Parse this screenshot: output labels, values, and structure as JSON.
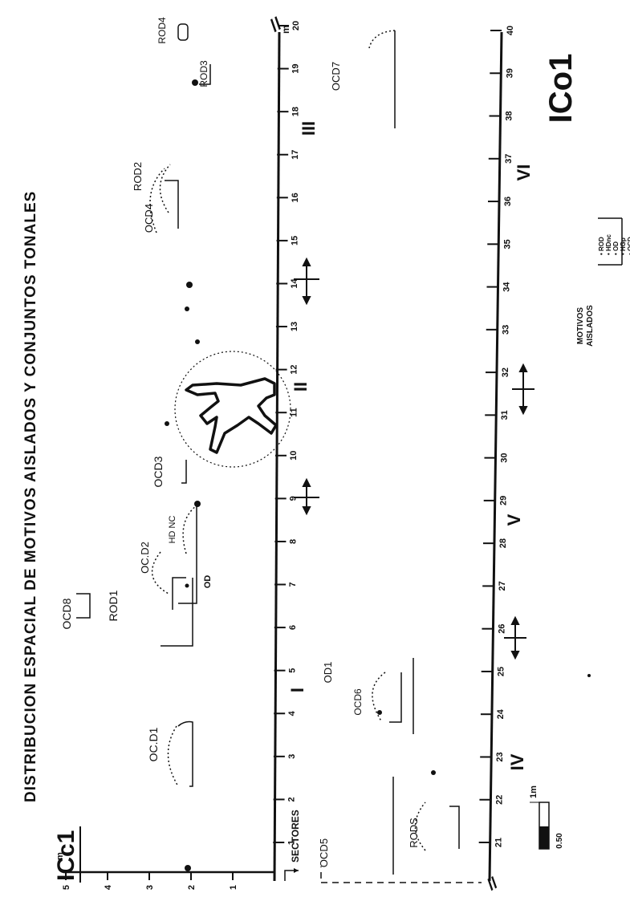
{
  "header": {
    "code": "ICc1",
    "title": "DISTRIBUCION ESPACIAL DE MOTIVOS AISLADOS Y CONJUNTOS TONALES",
    "big_code": "ICo1"
  },
  "upper_axis": {
    "labels": [
      "1",
      "2",
      "3",
      "4",
      "5",
      "6",
      "7",
      "8",
      "9",
      "10",
      "11",
      "12",
      "13",
      "14",
      "15",
      "16",
      "17",
      "18",
      "19",
      "20"
    ],
    "unit": "m",
    "end_mark": "//",
    "sectors_label": "SECTORES",
    "height_labels": [
      "5",
      "4",
      "3",
      "2",
      "1"
    ],
    "height_unit": "m",
    "sectors": [
      "I",
      "II",
      "III"
    ]
  },
  "lower_axis": {
    "labels": [
      "21",
      "22",
      "23",
      "24",
      "25",
      "26",
      "27",
      "28",
      "29",
      "30",
      "31",
      "32",
      "33",
      "34",
      "35",
      "36",
      "37",
      "38",
      "39",
      "40"
    ],
    "end_mark": "//",
    "sectors": [
      "IV",
      "V",
      "VI"
    ]
  },
  "panel_labels": {
    "ocd8": "OCD8",
    "rod1": "ROD1",
    "ocd1_left": "OC.D1",
    "ocd2": "OC.D2",
    "hd_nc": "HD NC",
    "od": "OD",
    "ocd3": "OCD3",
    "ocd4": "OCD4",
    "rod2": "ROD2",
    "rod3": "ROD3",
    "rod4": "ROD4",
    "od1": "OD1",
    "ocd6": "OCD6",
    "ocd5": "OCD5",
    "rod5": "RODS",
    "ocd7": "OCD7"
  },
  "scale": {
    "top": "1m",
    "bottom": "0.50"
  },
  "legend": {
    "title_line1": "MOTIVOS",
    "title_line2": "AISLADOS",
    "items": [
      "ROD",
      "HDnc",
      "OD",
      "HGp",
      "OCD"
    ]
  },
  "colors": {
    "ink": "#111111",
    "paper": "#ffffff"
  }
}
